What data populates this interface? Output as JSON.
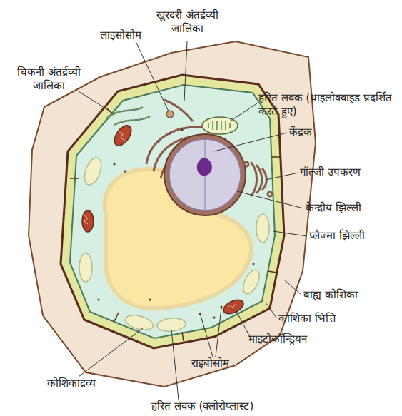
{
  "diagram": {
    "labels": [
      "खुरदरी अंतर्द्रव्यी जालिका",
      "लाइसोसोम",
      "चिकनी अंतर्द्रव्यी जालिका",
      "हरित लवक (थाइलोक्वाइड प्रदर्शित करते हुए)",
      "केंद्रक",
      "गॉल्जी उपकरण",
      "केन्द्रीय झिल्ली",
      "प्लैज्मा झिल्ली",
      "बाह्य कोशिका",
      "कोशिका भित्ति",
      "माइटोकॉन्ड्रियन",
      "राइबोसोम",
      "कोशिकाद्रव्य",
      "हरित लवक (क्लोरोप्लास्ट)"
    ]
  }
}
